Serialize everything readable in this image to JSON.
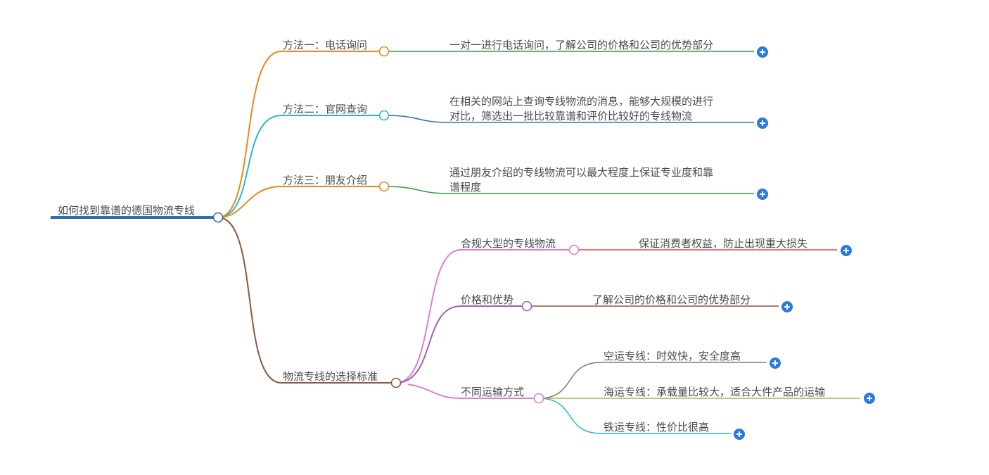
{
  "root": {
    "label": "如何找到靠谱的德国物流专线",
    "color": "#2f6fb0"
  },
  "methods": [
    {
      "label": "方法一：电话询问",
      "color": "#f0861a",
      "child_color": "#2e9c44",
      "detail": [
        "一对一进行电话询问，了解公司的价格和公司的优势部分"
      ]
    },
    {
      "label": "方法二：官网查询",
      "color": "#26bac6",
      "child_color": "#2a72b5",
      "detail": [
        "在相关的网站上查询专线物流的消息，能够大规模的进行",
        "对比，筛选出一批比较靠谱和评价比较好的专线物流"
      ]
    },
    {
      "label": "方法三：朋友介绍",
      "color": "#f0861a",
      "child_color": "#2e9c44",
      "detail": [
        "通过朋友介绍的专线物流可以最大程度上保证专业度和靠",
        "谱程度"
      ]
    }
  ],
  "criteria": {
    "label": "物流专线的选择标准",
    "color": "#8b5741",
    "items": [
      {
        "label": "合规大型的专线物流",
        "color": "#df7fcc",
        "child_color": "#d04a4f",
        "detail": "保证消费者权益，防止出现重大损失"
      },
      {
        "label": "价格和优势",
        "color": "#9a62b6",
        "child_color": "#8b5741",
        "detail": "了解公司的价格和公司的优势部分"
      },
      {
        "label": "不同运输方式",
        "color": "#df7fcc",
        "subs": [
          {
            "label": "空运专线：时效快，安全度高",
            "color": "#7b7b7b"
          },
          {
            "label": "海运专线：承载量比较大，适合大件产品的运输",
            "color": "#b3b438"
          },
          {
            "label": "铁运专线：性价比很高",
            "color": "#26bac6"
          }
        ]
      }
    ]
  },
  "expand_button": {
    "icon": "plus-icon",
    "color": "#2a78e4"
  }
}
